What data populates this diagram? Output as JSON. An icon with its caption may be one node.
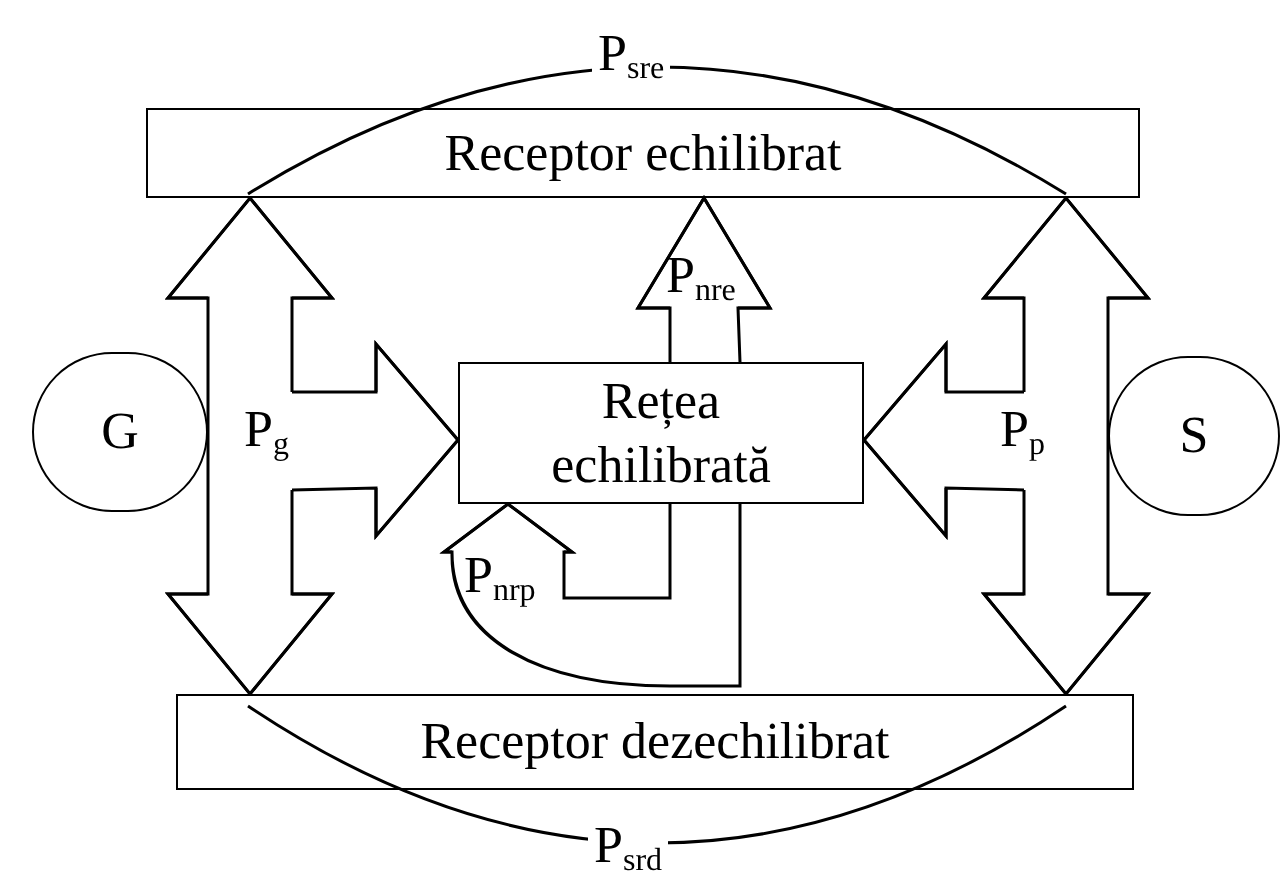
{
  "diagram": {
    "nodes": [
      {
        "text": [
          "Receptor echilibrat"
        ]
      },
      {
        "text": [
          "G"
        ]
      },
      {
        "text": [
          "Rețea echilibrată"
        ]
      },
      {
        "text": [
          "S"
        ]
      },
      {
        "text": [
          "Receptor dezechilibrat"
        ]
      }
    ],
    "edges": [
      {
        "from": 1,
        "to": 0,
        "arrow": "to"
      },
      {
        "from": 1,
        "to": 4,
        "arrow": "to"
      },
      {
        "from": null,
        "to": 2,
        "arrow": "to",
        "label": "P$_{g}$"
      },
      {
        "from": 3,
        "to": 0,
        "arrow": "to"
      },
      {
        "from": 3,
        "to": 4,
        "arrow": "to"
      },
      {
        "from": null,
        "to": 2,
        "arrow": "to",
        "label": "P$_{p}$"
      },
      {
        "from": 2,
        "to": 0,
        "arrow": "to",
        "label": "P$_{nre}$"
      },
      {
        "from": 2,
        "to": 2,
        "arrow": "to",
        "label": "P$_{nrp}$"
      },
      {
        "from": 0,
        "to": 0,
        "arrow": "none",
        "label": "P$_{sre}$"
      },
      {
        "from": 4,
        "to": 4,
        "arrow": "none",
        "label": "P$_{srd}$"
      }
    ]
  }
}
